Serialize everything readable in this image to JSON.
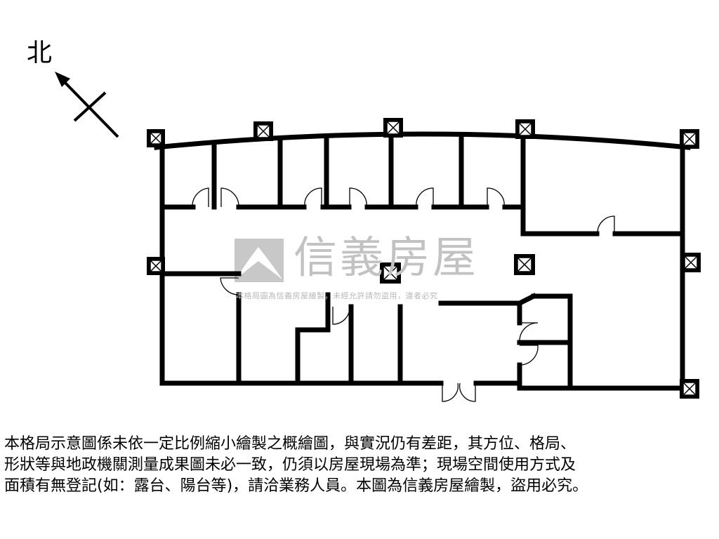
{
  "compass": {
    "label": "北",
    "icon": "north-arrow-icon"
  },
  "watermark": {
    "brand": "信義房屋",
    "notice": "本格局圖為信義房屋繪製，未經允許請勿盜用，違者必究",
    "logo_icon": "sinyi-logo-icon"
  },
  "disclaimer": {
    "line1": "本格局示意圖係未依一定比例縮小繪製之概繪圖，與實況仍有差距，其方位、格局、",
    "line2": "形狀等與地政機關測量成果圖未必一致，仍須以房屋現場為準；現場空間使用方式及",
    "line3": "面積有無登記(如：露台、陽台等)，請洽業務人員。本圖為信義房屋繪製，盜用必究。"
  }
}
